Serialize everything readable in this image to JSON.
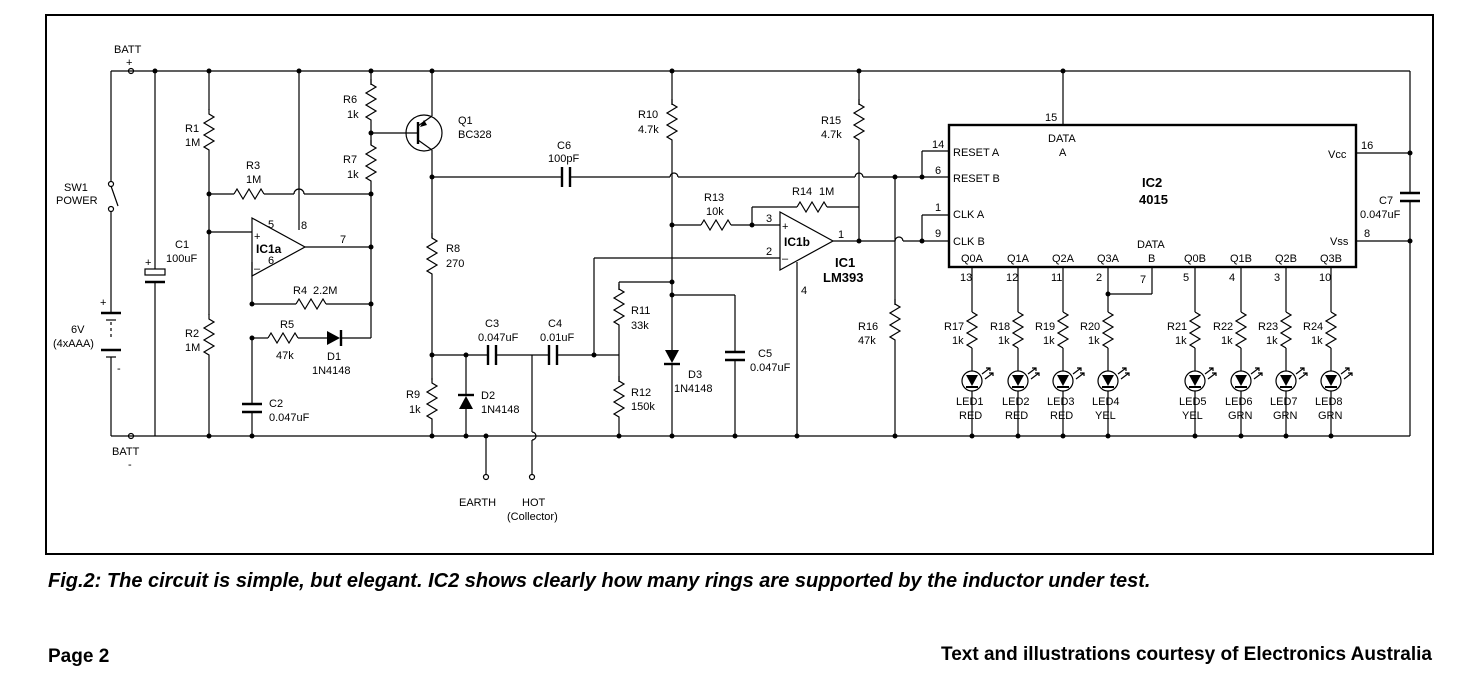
{
  "caption": "Fig.2: The circuit is simple, but elegant. IC2 shows clearly how many rings are supported by the inductor under test.",
  "page_label": "Page 2",
  "credit": "Text and illustrations courtesy of Electronics Australia",
  "supply": {
    "batt_pos": "BATT",
    "batt_pos_sign": "+",
    "batt_neg": "BATT",
    "batt_neg_sign": "-",
    "switch_ref": "SW1",
    "switch_name": "POWER",
    "battery_value": "6V",
    "battery_type": "(4xAAA)"
  },
  "resistors": {
    "r1": {
      "ref": "R1",
      "value": "1M"
    },
    "r2": {
      "ref": "R2",
      "value": "1M"
    },
    "r3": {
      "ref": "R3",
      "value": "1M"
    },
    "r4": {
      "ref": "R4",
      "value": "2.2M"
    },
    "r5": {
      "ref": "R5",
      "value": "47k"
    },
    "r6": {
      "ref": "R6",
      "value": "1k"
    },
    "r7": {
      "ref": "R7",
      "value": "1k"
    },
    "r8": {
      "ref": "R8",
      "value": "270"
    },
    "r9": {
      "ref": "R9",
      "value": "1k"
    },
    "r10": {
      "ref": "R10",
      "value": "4.7k"
    },
    "r11": {
      "ref": "R11",
      "value": "33k"
    },
    "r12": {
      "ref": "R12",
      "value": "150k"
    },
    "r13": {
      "ref": "R13",
      "value": "10k"
    },
    "r14": {
      "ref": "R14",
      "value": "1M"
    },
    "r15": {
      "ref": "R15",
      "value": "4.7k"
    },
    "r16": {
      "ref": "R16",
      "value": "47k"
    },
    "r17": {
      "ref": "R17",
      "value": "1k"
    },
    "r18": {
      "ref": "R18",
      "value": "1k"
    },
    "r19": {
      "ref": "R19",
      "value": "1k"
    },
    "r20": {
      "ref": "R20",
      "value": "1k"
    },
    "r21": {
      "ref": "R21",
      "value": "1k"
    },
    "r22": {
      "ref": "R22",
      "value": "1k"
    },
    "r23": {
      "ref": "R23",
      "value": "1k"
    },
    "r24": {
      "ref": "R24",
      "value": "1k"
    }
  },
  "capacitors": {
    "c1": {
      "ref": "C1",
      "value": "100uF",
      "sign": "+"
    },
    "c2": {
      "ref": "C2",
      "value": "0.047uF"
    },
    "c3": {
      "ref": "C3",
      "value": "0.047uF"
    },
    "c4": {
      "ref": "C4",
      "value": "0.01uF"
    },
    "c5": {
      "ref": "C5",
      "value": "0.047uF"
    },
    "c6": {
      "ref": "C6",
      "value": "100pF"
    },
    "c7": {
      "ref": "C7",
      "value": "0.047uF"
    }
  },
  "diodes": {
    "d1": {
      "ref": "D1",
      "value": "1N4148"
    },
    "d2": {
      "ref": "D2",
      "value": "1N4148"
    },
    "d3": {
      "ref": "D3",
      "value": "1N4148"
    }
  },
  "transistor": {
    "ref": "Q1",
    "value": "BC328"
  },
  "ic1a": {
    "name": "IC1a",
    "pin_in_pos": "5",
    "pin_in_neg": "6",
    "pin_out": "7",
    "pin_supply": "8",
    "plus": "+",
    "minus": "–"
  },
  "ic1b": {
    "name": "IC1b",
    "ref": "IC1",
    "part": "LM393",
    "pin_in_pos": "3",
    "pin_in_neg": "2",
    "pin_out": "1",
    "pin_gnd": "4",
    "plus": "+",
    "minus": "–"
  },
  "ic2": {
    "ref": "IC2",
    "part": "4015",
    "data_a": "DATA",
    "data_a2": "A",
    "data_a_pin": "15",
    "reset_a": "RESET A",
    "reset_a_pin": "14",
    "reset_b": "RESET B",
    "reset_b_pin": "6",
    "clk_a": "CLK A",
    "clk_a_pin": "1",
    "clk_b": "CLK B",
    "clk_b_pin": "9",
    "vcc": "Vcc",
    "vcc_pin": "16",
    "vss": "Vss",
    "vss_pin": "8",
    "data_b": "DATA",
    "data_b2": "B",
    "data_b_pin": "7",
    "outputs": [
      {
        "name": "Q0A",
        "pin": "13"
      },
      {
        "name": "Q1A",
        "pin": "12"
      },
      {
        "name": "Q2A",
        "pin": "11"
      },
      {
        "name": "Q3A",
        "pin": "2"
      },
      {
        "name": "Q0B",
        "pin": "5"
      },
      {
        "name": "Q1B",
        "pin": "4"
      },
      {
        "name": "Q2B",
        "pin": "3"
      },
      {
        "name": "Q3B",
        "pin": "10"
      }
    ]
  },
  "leds": [
    {
      "ref": "LED1",
      "color": "RED"
    },
    {
      "ref": "LED2",
      "color": "RED"
    },
    {
      "ref": "LED3",
      "color": "RED"
    },
    {
      "ref": "LED4",
      "color": "YEL"
    },
    {
      "ref": "LED5",
      "color": "YEL"
    },
    {
      "ref": "LED6",
      "color": "GRN"
    },
    {
      "ref": "LED7",
      "color": "GRN"
    },
    {
      "ref": "LED8",
      "color": "GRN"
    }
  ],
  "probes": {
    "earth": "EARTH",
    "hot": "HOT",
    "hot_sub": "(Collector)"
  }
}
